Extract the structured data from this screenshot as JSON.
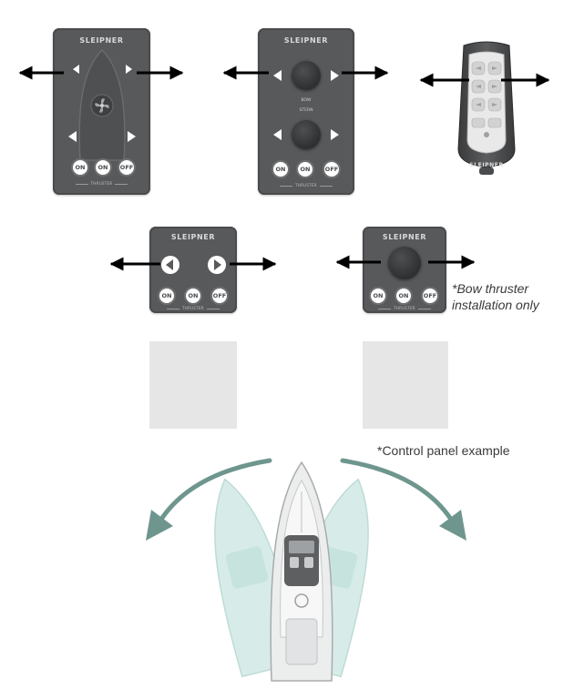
{
  "brand": "SLEIPNER",
  "buttons": {
    "on": "ON",
    "off": "OFF"
  },
  "throttle_label": "THRUSTER",
  "joystick_labels": {
    "bow": "BOW",
    "stern": "STERN"
  },
  "notes": {
    "bow_only": "*Bow thruster installation only",
    "bow_only_line1": "*Bow thruster",
    "bow_only_line2": "installation only",
    "panel_example": "*Control panel example"
  },
  "colors": {
    "panel": "#58595b",
    "arrow": "#000000",
    "turn_arrow": "#6e968e",
    "ghost_boat": "#cfe6e2",
    "placeholder": "#e6e6e6"
  },
  "icons": [
    "double-arrow-icon",
    "propeller-icon",
    "turn-arrow-icon",
    "boat-icon",
    "remote-control-icon"
  ]
}
